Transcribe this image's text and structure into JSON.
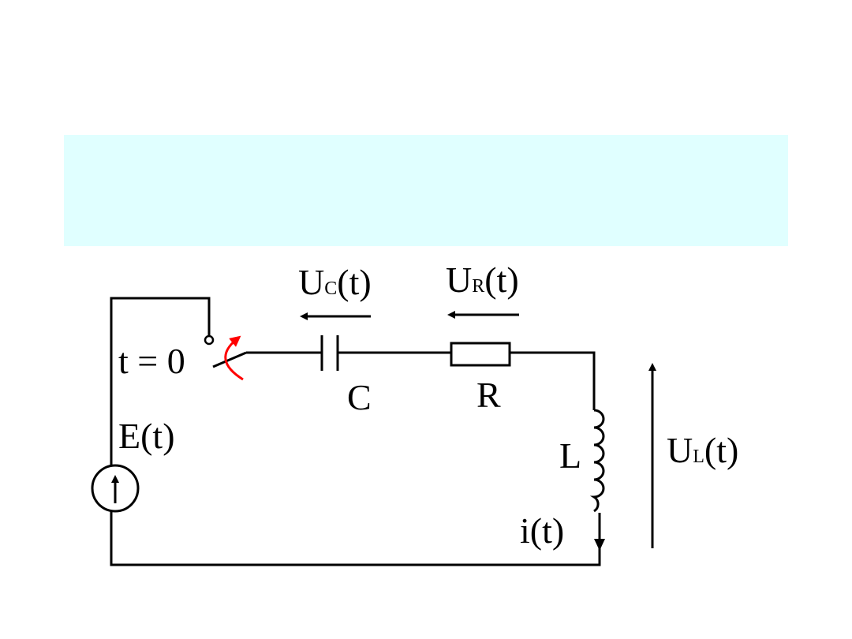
{
  "labels": {
    "uc_main": "U",
    "uc_sub": "C",
    "uc_tail": "(t)",
    "ur_main": "U",
    "ur_sub": "R",
    "ur_tail": "(t)",
    "ul_main": "U",
    "ul_sub": "L",
    "ul_tail": "(t)",
    "switch_time": "t = 0",
    "capacitor": "C",
    "resistor": "R",
    "inductor": "L",
    "source": "E(t)",
    "current": "i(t)"
  },
  "colors": {
    "wire": "#000000",
    "switch_arrow": "#ff0000",
    "banner": "#e0ffff"
  }
}
